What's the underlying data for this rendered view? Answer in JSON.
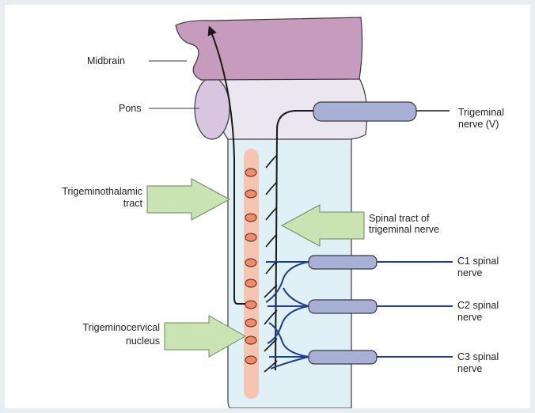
{
  "labels": {
    "midbrain": "Midbrain",
    "pons": "Pons",
    "trigeminothalamic_1": "Trigeminothalamic",
    "trigeminothalamic_2": "tract",
    "trigeminocervical_1": "Trigeminocervical",
    "trigeminocervical_2": "nucleus",
    "trigeminal_1": "Trigeminal",
    "trigeminal_2": "nerve (V)",
    "spinal_tract_1": "Spinal tract of",
    "spinal_tract_2": "trigeminal nerve",
    "c1_1": "C1 spinal",
    "c1_2": "nerve",
    "c2_1": "C2 spinal",
    "c2_2": "nerve",
    "c3_1": "C3 spinal",
    "c3_2": "nerve"
  },
  "colors": {
    "midbrain": "#c79bbd",
    "pons": "#ece6f1",
    "pons_bulge": "#d8c6e0",
    "spinal_cord": "#dff0f6",
    "nucleus_column": "#f6c5b1",
    "nucleus_dot": "#f08a6b",
    "nerve_root": "#a8b0d6",
    "arrow_fill": "#c9e3b3",
    "tract_line": "#1a1a1a",
    "spinal_nerve_line": "#1e3f8f"
  }
}
